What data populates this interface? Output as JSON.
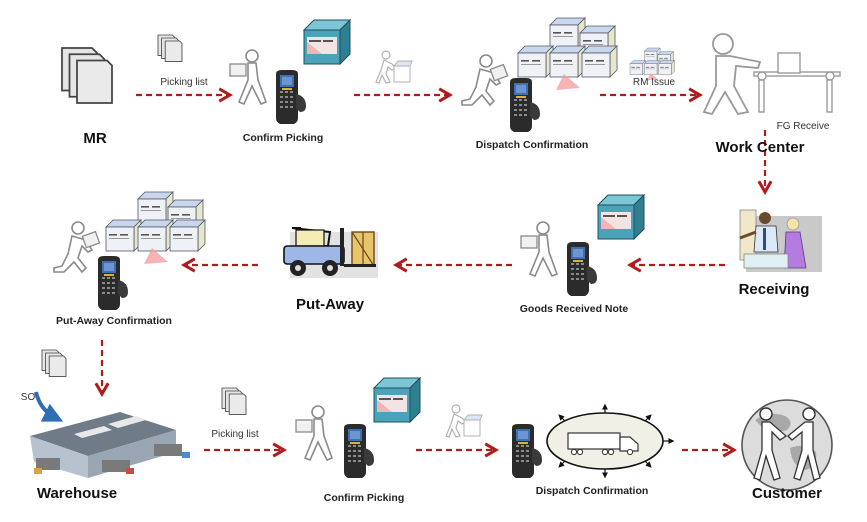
{
  "diagram": {
    "title": "Warehouse Material Flow",
    "colors": {
      "arrow": "#b01c1c",
      "box_teal": "#4aa3b8",
      "box_light": "#dfe7f3",
      "scanner_dark": "#2b2b2b",
      "scanner_screen": "#3f6fb5",
      "person_outline": "#8a8a8a",
      "so_arrow": "#2f6db5"
    },
    "nodes": {
      "mr": {
        "label": "MR",
        "icon": "document-stack-icon"
      },
      "confirm_picking_top": {
        "label": "Confirm Picking",
        "icon": "picker-scanner-icon"
      },
      "dispatch_top": {
        "label": "Dispatch  Confirmation",
        "icon": "boxes-scanner-icon"
      },
      "work_center": {
        "label": "Work Center",
        "icon": "conveyor-worker-icon"
      },
      "receiving": {
        "label": "Receiving",
        "icon": "receiving-desk-icon"
      },
      "grn": {
        "label": "Goods Received Note",
        "icon": "picker-scanner-icon"
      },
      "put_away": {
        "label": "Put-Away",
        "icon": "forklift-icon"
      },
      "put_away_confirm": {
        "label": "Put-Away Confirmation",
        "icon": "boxes-scanner-icon"
      },
      "warehouse": {
        "label": "Warehouse",
        "icon": "warehouse-icon"
      },
      "confirm_picking_bottom": {
        "label": "Confirm Picking",
        "icon": "picker-scanner-icon"
      },
      "dispatch_bottom": {
        "label": "Dispatch  Confirmation",
        "icon": "truck-oval-icon"
      },
      "customer": {
        "label": "Customer",
        "icon": "globe-handshake-icon"
      }
    },
    "edge_labels": {
      "picking_list_top": "Picking list",
      "rm_issue": "RM Issue",
      "fg_receive": "FG Receive",
      "so": "SO",
      "picking_list_bottom": "Picking list"
    },
    "edges": [
      {
        "from": "MR",
        "to": "Confirm Picking",
        "label": "Picking list"
      },
      {
        "from": "Confirm Picking",
        "to": "Dispatch Confirmation",
        "label": ""
      },
      {
        "from": "Dispatch Confirmation",
        "to": "Work Center",
        "label": "RM Issue"
      },
      {
        "from": "Work Center",
        "to": "Receiving",
        "label": "FG Receive"
      },
      {
        "from": "Receiving",
        "to": "Goods Received Note",
        "label": ""
      },
      {
        "from": "Goods Received Note",
        "to": "Put-Away",
        "label": ""
      },
      {
        "from": "Put-Away",
        "to": "Put-Away Confirmation",
        "label": ""
      },
      {
        "from": "Put-Away Confirmation",
        "to": "Warehouse",
        "label": ""
      },
      {
        "from": "SO",
        "to": "Warehouse",
        "label": "SO"
      },
      {
        "from": "Warehouse",
        "to": "Confirm Picking",
        "label": "Picking list"
      },
      {
        "from": "Confirm Picking",
        "to": "Dispatch Confirmation",
        "label": ""
      },
      {
        "from": "Dispatch Confirmation",
        "to": "Customer",
        "label": ""
      }
    ]
  }
}
